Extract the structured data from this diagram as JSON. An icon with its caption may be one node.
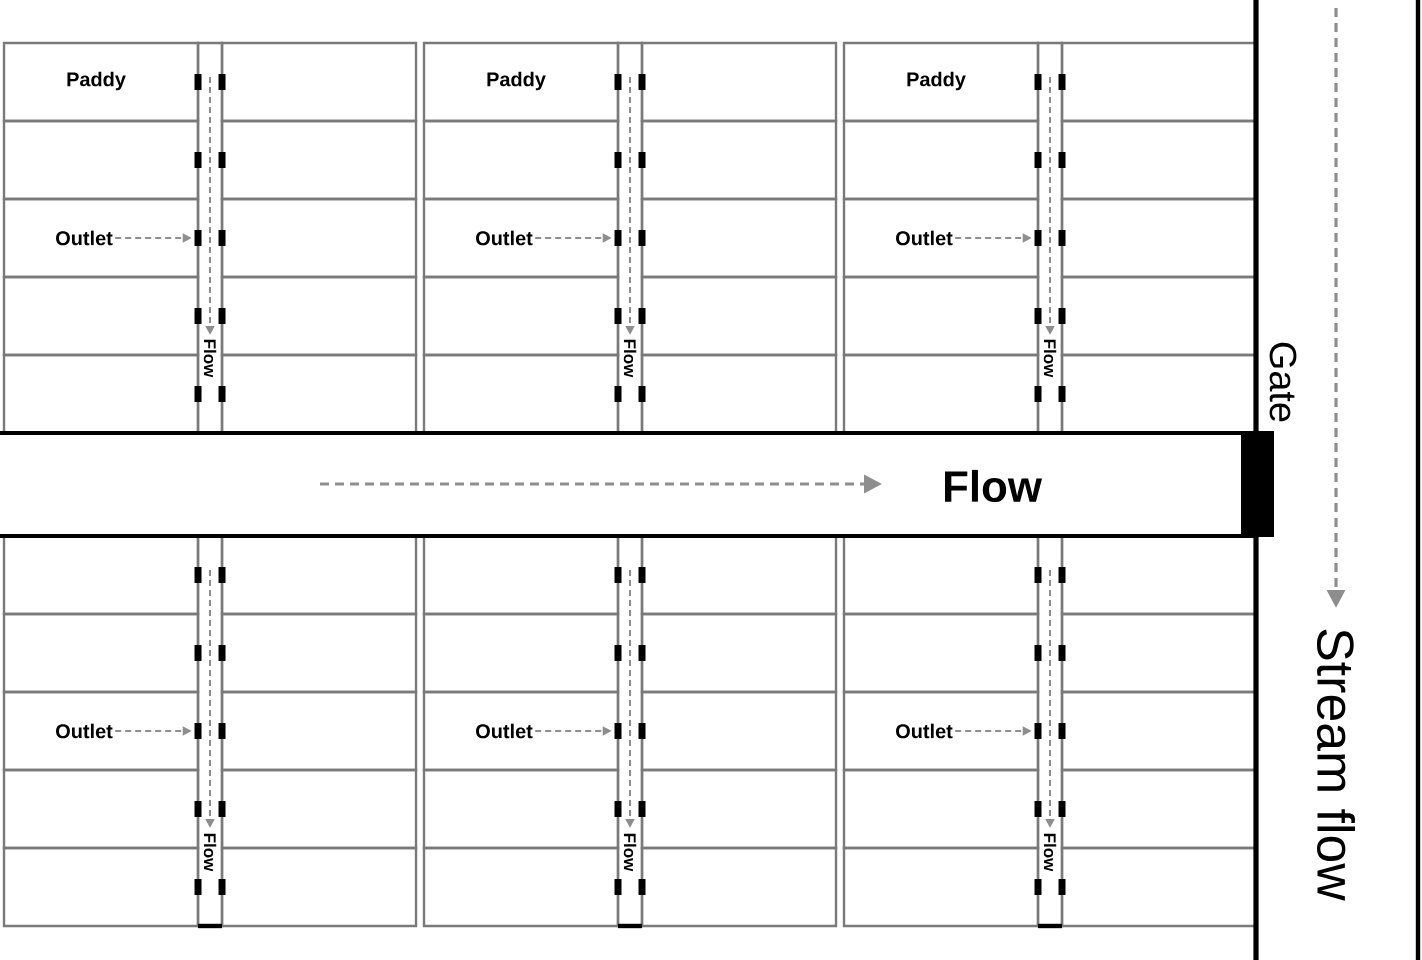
{
  "diagram": {
    "nodes": [
      {
        "text": [
          "Outlet"
        ]
      },
      {
        "text": [],
        "shape": "box"
      },
      {
        "text": [
          "Outlet"
        ]
      },
      {
        "text": [],
        "shape": "box"
      },
      {
        "text": [
          "Outlet"
        ]
      },
      {
        "text": [],
        "shape": "box"
      },
      {
        "text": [
          "Outlet"
        ]
      },
      {
        "text": [],
        "shape": "box"
      },
      {
        "text": [
          "Outlet"
        ]
      },
      {
        "text": [],
        "shape": "box"
      },
      {
        "text": [
          "Outlet"
        ]
      },
      {
        "text": [],
        "shape": "box"
      }
    ],
    "edges": [
      {
        "from": 0,
        "to": 1,
        "arrow": "to",
        "style": "dashed"
      },
      {
        "from": 2,
        "to": 3,
        "arrow": "to",
        "style": "dashed"
      },
      {
        "from": 4,
        "to": 5,
        "arrow": "to",
        "style": "dashed"
      },
      {
        "from": 6,
        "to": 7,
        "arrow": "to",
        "style": "dashed"
      },
      {
        "from": 8,
        "to": 9,
        "arrow": "to",
        "style": "dashed"
      },
      {
        "from": 10,
        "to": 11,
        "arrow": "to",
        "style": "dashed"
      }
    ],
    "labels": [
      "Paddy",
      "Paddy",
      "Paddy",
      "Flow",
      "Flow",
      "Flow",
      "Gate",
      "Flow",
      "Stream flow",
      "Flow",
      "Flow",
      "Flow"
    ]
  }
}
